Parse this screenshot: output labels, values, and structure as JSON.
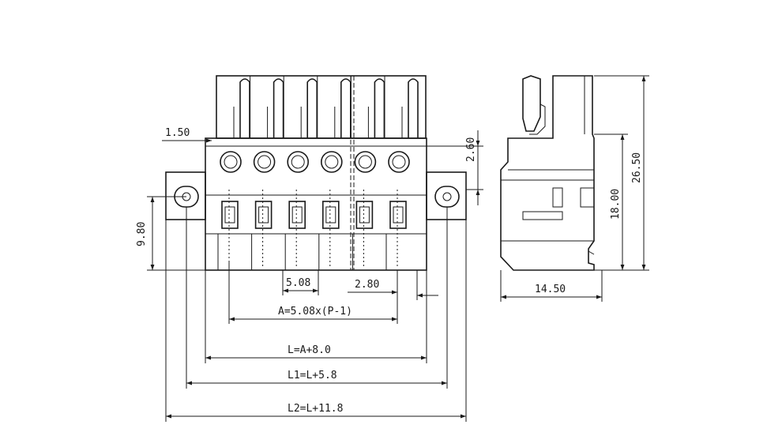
{
  "dimensions": {
    "d_1_50": "1.50",
    "d_2_60": "2.60",
    "d_9_80": "9.80",
    "d_26_50": "26.50",
    "d_18_00": "18.00",
    "d_5_08": "5.08",
    "d_2_80": "2.80",
    "d_14_50": "14.50",
    "d_a": "A=5.08x(P-1)",
    "d_l": "L=A+8.0",
    "d_l1": "L1=L+5.8",
    "d_l2": "L2=L+11.8"
  },
  "pole_count": 6
}
